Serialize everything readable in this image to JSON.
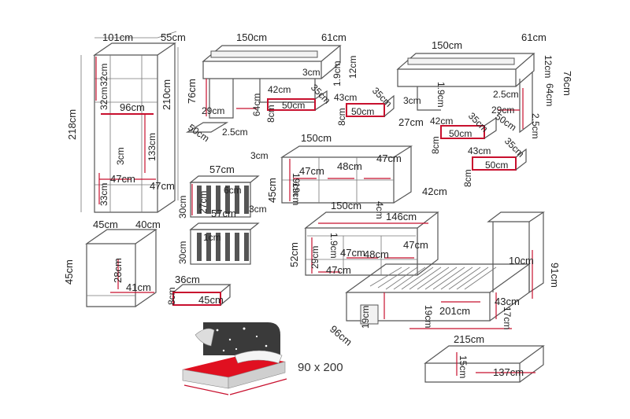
{
  "wardrobe": {
    "width": "101cm",
    "depth": "55cm",
    "height": "218cm",
    "inner_height": "210cm",
    "top_shelf_1": "32cm",
    "top_shelf_2": "32cm",
    "inner_width": "96cm",
    "rail_drop": "133cm",
    "thickness": "3cm",
    "bottom_left": "47cm",
    "bottom_height": "33cm",
    "bottom_right": "47cm"
  },
  "desk_left": {
    "width": "150cm",
    "depth": "61cm",
    "height": "76cm",
    "top_rise": "12cm",
    "cabinet_height": "64cm",
    "drawer_width": "42cm",
    "drawer_gap": "3cm",
    "drawer_depth": "35cm",
    "drawer_front": "1.9cm",
    "leg_width": "29cm",
    "leg_depth": "50cm",
    "leg_thickness": "2.5cm",
    "drawer_h": "8cm",
    "drawer_box": "50cm",
    "drawer2_width": "43cm",
    "drawer2_depth": "35cm",
    "drawer2_h": "8cm",
    "drawer2_box": "50cm"
  },
  "desk_right": {
    "width": "150cm",
    "depth": "61cm",
    "height": "76cm",
    "top_rise": "12cm",
    "cabinet_height": "64cm",
    "drawer_gap": "3cm",
    "front": "1.9cm",
    "leg_thickness": "2.5cm",
    "leg_width": "29cm",
    "leg_depth": "50cm",
    "foot_height": "2.5cm",
    "drawer_width": "42cm",
    "drawer_depth": "35cm",
    "drawer_h": "8cm",
    "drawer_box": "50cm",
    "drawer2_width": "43cm",
    "drawer2_depth": "35cm",
    "drawer2_h": "8cm",
    "drawer2_box": "50cm"
  },
  "shelf_unit": {
    "width": "150cm",
    "depth": "27cm",
    "height": "45cm",
    "front_top": "19cm",
    "front_bottom": "19cm",
    "comp_1": "47cm",
    "comp_2": "48cm",
    "comp_3": "47cm"
  },
  "panels": {
    "panel1_width": "57cm",
    "panel1_depth": "3cm",
    "panel1_inner": "27cm",
    "panel1_slat": "6cm",
    "panel1_height": "30cm",
    "panel2_width": "57cm",
    "panel2_depth": "3cm",
    "panel2_slat": "1cm",
    "panel2_height": "30cm"
  },
  "lowboard": {
    "width": "150cm",
    "depth": "42cm",
    "height": "52cm",
    "inner_width": "146cm",
    "top": "4cm",
    "front_height": "1.9cm",
    "side_height": "29cm",
    "comp_1": "47cm",
    "comp_2": "48cm",
    "comp_3": "47cm",
    "bottom_left": "47cm"
  },
  "nightstand": {
    "width": "45cm",
    "depth": "40cm",
    "height": "45cm",
    "inner_height": "28cm",
    "inner_width": "41cm",
    "drawer_depth": "36cm",
    "drawer_h": "8cm",
    "drawer_width": "45cm"
  },
  "bed": {
    "depth": "96cm",
    "height": "91cm",
    "head_depth": "10cm",
    "front_height": "19cm",
    "side_height": "19cm",
    "inner_length": "201cm",
    "drawer_width": "43cm",
    "drawer_height": "17cm",
    "length": "215cm",
    "drawer_depth": "15cm",
    "drawer_length": "137cm"
  },
  "mattress_size": "90 x 200",
  "colors": {
    "accent": "#c8102e",
    "outline": "#555555"
  }
}
